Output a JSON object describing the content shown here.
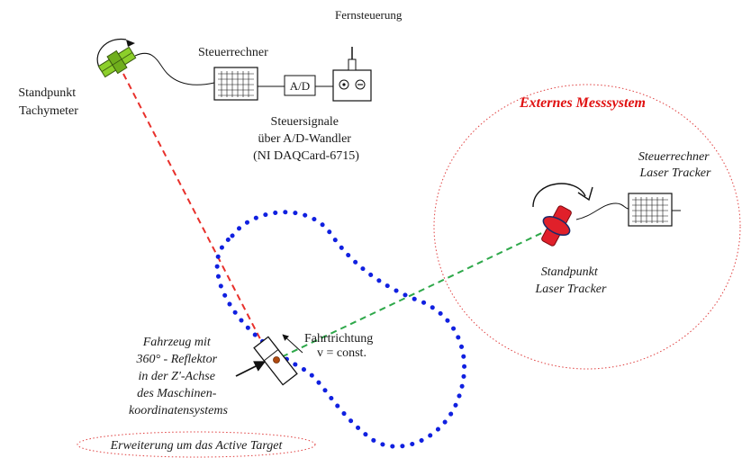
{
  "labels": {
    "fernsteuerung": "Fernsteuerung",
    "steuerrechner": "Steuerrechner",
    "ad": "A/D",
    "standpunkt_tachymeter": [
      "Standpunkt",
      "Tachymeter"
    ],
    "steuersignale": [
      "Steuersignale",
      "über A/D-Wandler",
      "(NI DAQCard-6715)"
    ],
    "externes_messsystem": "Externes Messsystem",
    "steuerrechner_laser_tracker": [
      "Steuerrechner",
      "Laser Tracker"
    ],
    "standpunkt_laser_tracker": [
      "Standpunkt",
      "Laser Tracker"
    ],
    "fahrtrichtung": [
      "Fahrtrichtung",
      "v = const."
    ],
    "fahrzeug": [
      "Fahrzeug mit",
      "360° - Reflektor",
      "in der Z'-Achse",
      "des Maschinen-",
      "koordinatensystems"
    ],
    "erweiterung": "Erweiterung um das Active Target"
  },
  "colors": {
    "red_line": "#e8302b",
    "green_line": "#2ea84a",
    "blue_dots": "#1020e0",
    "external_label": "#e01010",
    "ellipse_outline": "#e04040",
    "tachymeter_green": "#8ccf2a",
    "tracker_red": "#e0202a"
  }
}
